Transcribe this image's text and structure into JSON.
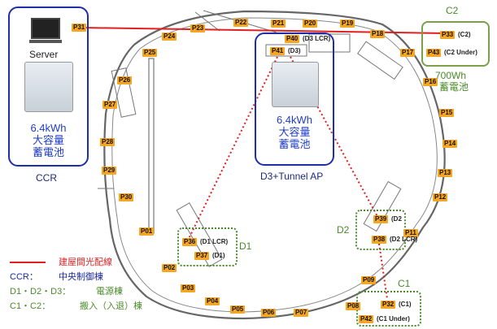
{
  "points": [
    "P01",
    "P02",
    "P03",
    "P04",
    "P05",
    "P06",
    "P07",
    "P08",
    "P09",
    "P11",
    "P12",
    "P13",
    "P14",
    "P15",
    "P16",
    "P17",
    "P18",
    "P19",
    "P20",
    "P21",
    "P22",
    "P23",
    "P24",
    "P25",
    "P26",
    "P27",
    "P28",
    "P29",
    "P30",
    "P31",
    "P32",
    "P33",
    "P36",
    "P37",
    "P38",
    "P39",
    "P40",
    "P41",
    "P42",
    "P43"
  ],
  "point_labels": {
    "P33": "(C2)",
    "P43": "(C2 Under)",
    "P40": "(D3 LCR)",
    "P41": "(D3)",
    "P36": "(D1 LCR)",
    "P37": "(D1)",
    "P39": "(D2",
    "P38": "(D2 LCR)",
    "P32": "(C1)",
    "P42": "(C1 Under)"
  },
  "ccr": {
    "server_label": "Server",
    "battery": [
      "6.4kWh",
      "大容量",
      "蓄電池"
    ],
    "caption": "CCR"
  },
  "d3": {
    "battery": [
      "6.4kWh",
      "大容量",
      "蓄電池"
    ],
    "caption": "D3+Tunnel AP"
  },
  "c2": {
    "caption": "C2",
    "battery": [
      "700Wh",
      "蓄電池"
    ]
  },
  "d1_caption": "D1",
  "d2_caption": "D2",
  "c1_caption": "C1",
  "legend": {
    "line_label": "建屋間光配線",
    "ccr_key": "CCR：",
    "ccr_desc": "中央制御棟",
    "d_key": "D1・D2・D3：",
    "d_desc": "電源棟",
    "c_key": "C1・C2：",
    "c_desc": "搬入（入退）棟"
  },
  "colors": {
    "fiber": "#e02020",
    "blue": "#1f2ea8",
    "green": "#4b8a2a",
    "tag": "#f5a623"
  }
}
